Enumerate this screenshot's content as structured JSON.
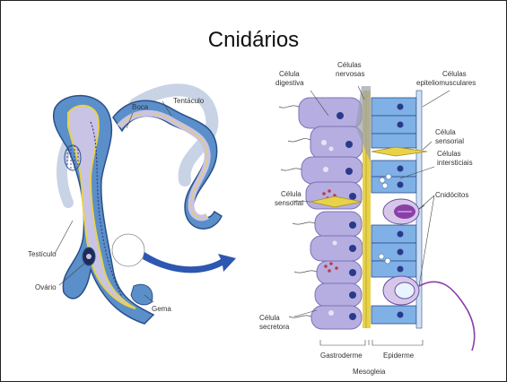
{
  "title": "Cnidários",
  "hydra_labels": {
    "boca": "Boca",
    "tentaculo": "Tentáculo",
    "testiculo": "Testículo",
    "ovario": "Ovário",
    "gema": "Gema"
  },
  "tissue_labels": {
    "celula_digestiva_1": "Célula",
    "celula_digestiva_2": "digestiva",
    "celulas_nervosas_1": "Células",
    "celulas_nervosas_2": "nervosas",
    "celulas_epitelio_1": "Células",
    "celulas_epitelio_2": "epiteliomusculares",
    "celula_sensorial_r1": "Célula",
    "celula_sensorial_r2": "sensorial",
    "celulas_intersticiais_1": "Células",
    "celulas_intersticiais_2": "intersticiais",
    "celula_sensorial_l1": "Célula",
    "celula_sensorial_l2": "sensorial",
    "cnidocitos": "Cnidócitos",
    "celula_secretora_1": "Célula",
    "celula_secretora_2": "secretora",
    "gastroderme": "Gastroderme",
    "epiderme": "Epiderme",
    "mesogleia": "Mesogleia"
  },
  "colors": {
    "body_outer": "#5b8fc9",
    "body_inner": "#c9c3e6",
    "gastro_cell": "#b6aee0",
    "epi_cell": "#7fb0e6",
    "mesoglea": "#e8d24a",
    "arrow": "#2d57b0"
  }
}
